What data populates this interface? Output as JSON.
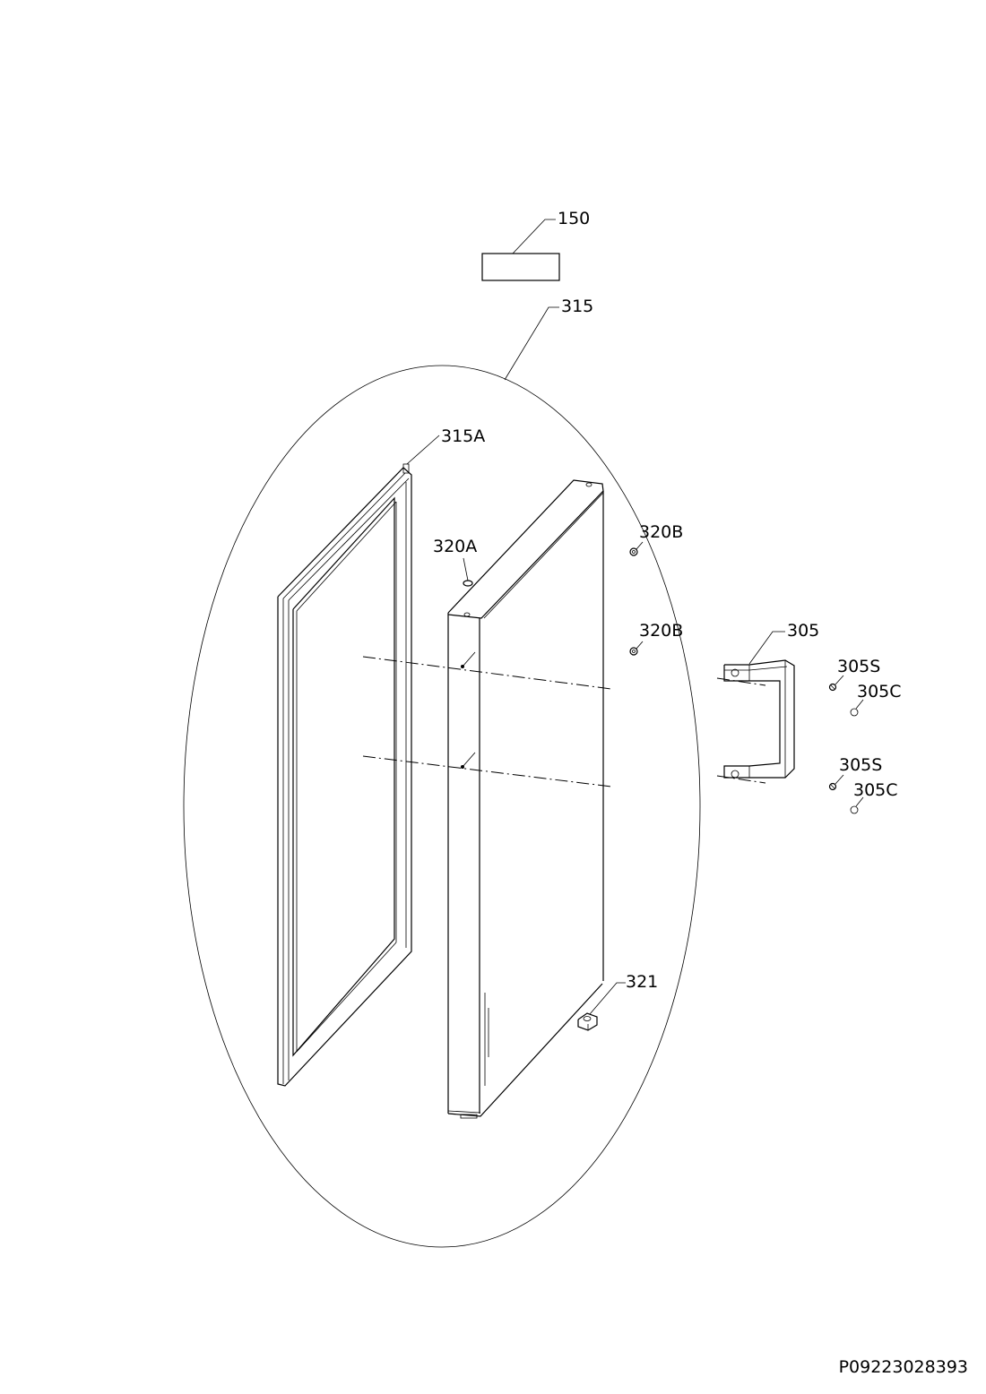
{
  "labels": {
    "p150": "150",
    "p315": "315",
    "p315A": "315A",
    "p320A": "320A",
    "p320B_top": "320B",
    "p320B_mid": "320B",
    "p305": "305",
    "p305S_top": "305S",
    "p305C_top": "305C",
    "p305S_bottom": "305S",
    "p305C_bottom": "305C",
    "p321": "321"
  },
  "drawing_number": "P09223028393"
}
